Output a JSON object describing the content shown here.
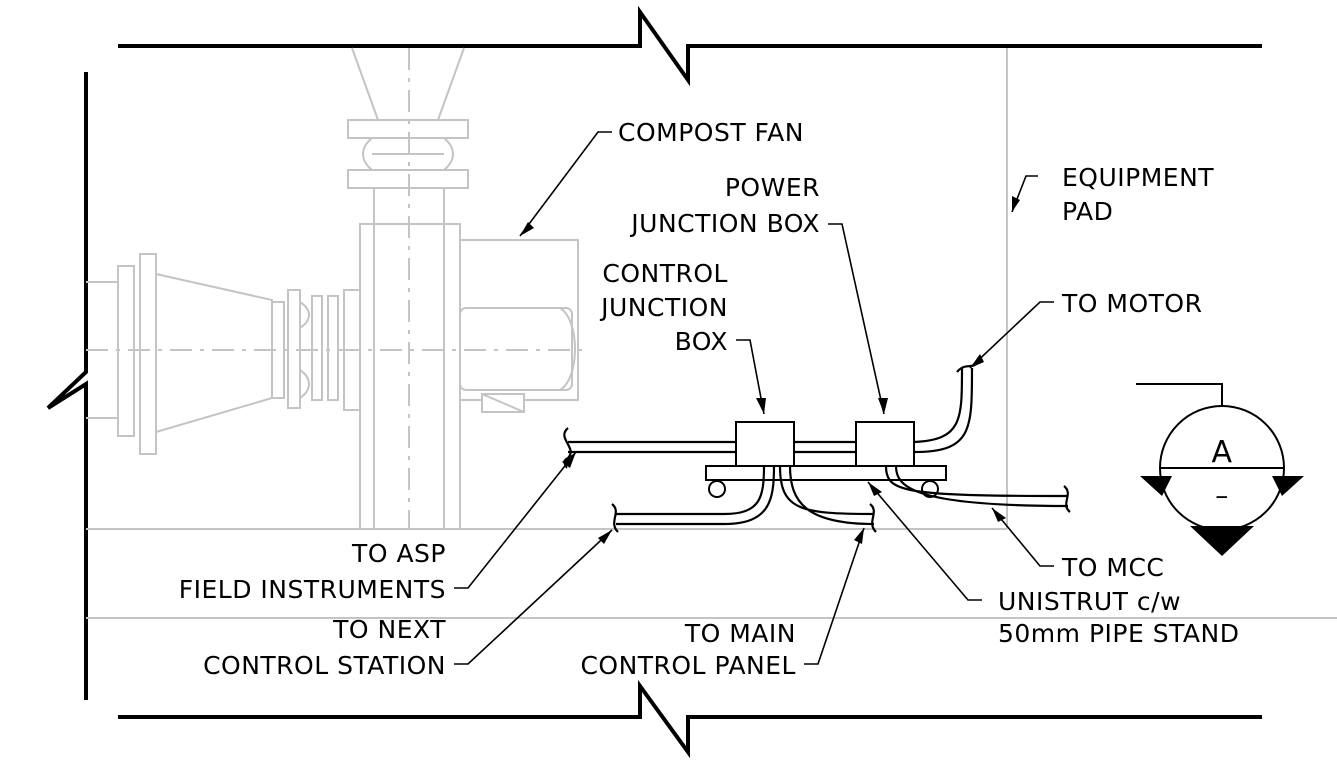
{
  "labels": {
    "compost_fan": "COMPOST FAN",
    "power_jb_line1": "POWER",
    "power_jb_line2": "JUNCTION BOX",
    "equipment_pad_line1": "EQUIPMENT",
    "equipment_pad_line2": "PAD",
    "control_jb_line1": "CONTROL",
    "control_jb_line2": "JUNCTION",
    "control_jb_line3": "BOX",
    "to_motor": "TO MOTOR",
    "to_asp_line1": "TO ASP",
    "to_asp_line2": "FIELD INSTRUMENTS",
    "to_mcc": "TO MCC",
    "to_next_line1": "TO NEXT",
    "to_next_line2": "CONTROL STATION",
    "to_main_line1": "TO MAIN",
    "to_main_line2": "CONTROL PANEL",
    "unistrut_line1": "UNISTRUT c/w",
    "unistrut_line2": "50mm PIPE STAND"
  },
  "section_marker": {
    "upper": "A",
    "lower": "–"
  },
  "colors": {
    "ink": "#000000",
    "background_equipment": "#c4c4c4"
  }
}
